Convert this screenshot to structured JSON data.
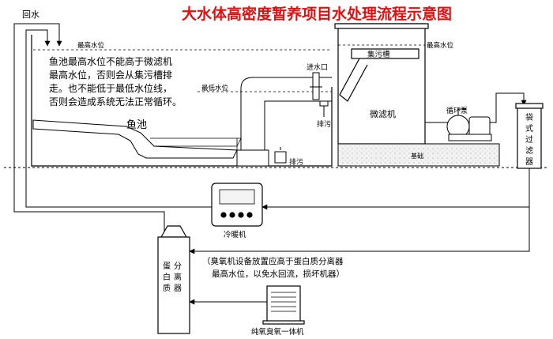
{
  "title": "大水体高密度暂养项目水处理流程示意图",
  "colors": {
    "title": "#e01010",
    "line": "#000000",
    "ground": "#dddddd",
    "background": "#ffffff"
  },
  "labels": {
    "return_water": "回水",
    "max_level_tank": "最高水位",
    "max_level_filter": "最高水位",
    "min_level": "最低水位",
    "fish_pond": "鱼池",
    "inlet": "进水口",
    "drain_left": "排污",
    "drain_bottom": "排污",
    "sewage_trough": "集污槽",
    "micro_filter": "微滤机",
    "circulation_pump": "循环泵",
    "foundation": "基础",
    "bag_filter": "袋式过滤器",
    "chiller": "冷暖机",
    "protein_skimmer": "蛋白质分离器",
    "ozone_unit": "纯氧臭氧一体机"
  },
  "notes": {
    "pond_note_lines": [
      "鱼池最高水位不能高于微滤机",
      "最高水位，否则会从集污槽排",
      "走。也不能低于最低水位线，",
      "否则会造成系统无法正常循环。"
    ],
    "ozone_note_lines": [
      "（臭氧机设备放置应高于蛋白质分离器",
      "最高水位，以免水回流，损坏机器）"
    ]
  }
}
